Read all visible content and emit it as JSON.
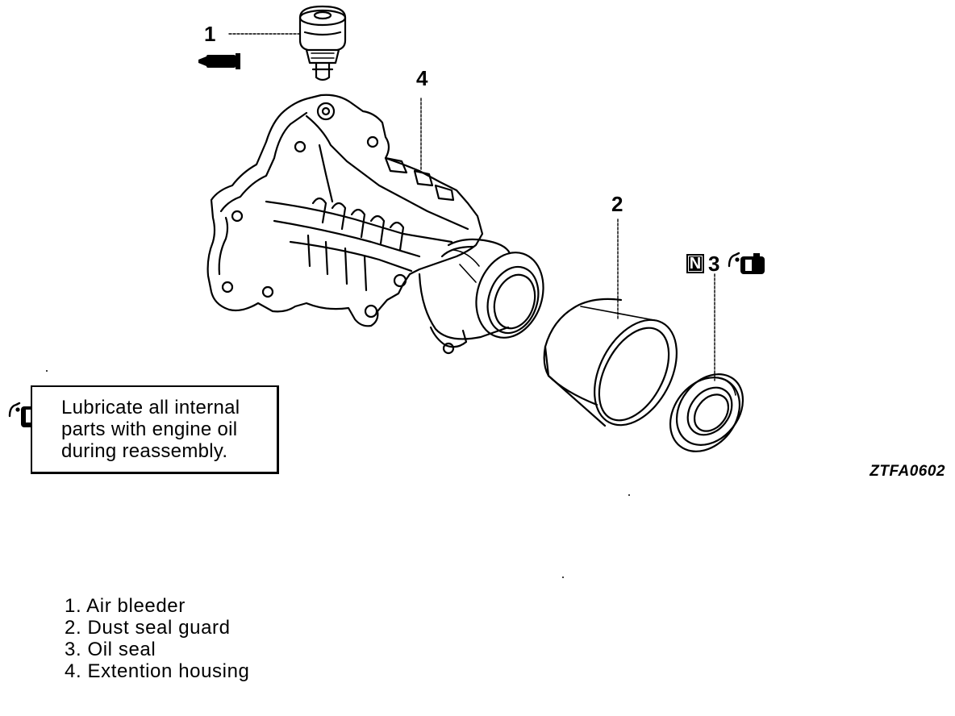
{
  "callouts": {
    "c1": "1",
    "c2": "2",
    "c3": "3",
    "c4": "4"
  },
  "badge": {
    "letter": "N"
  },
  "note": {
    "text": "Lubricate all internal\nparts with engine oil\nduring reassembly."
  },
  "figure_code": "ZTFA0602",
  "legend": [
    "1. Air bleeder",
    "2. Dust seal guard",
    "3. Oil seal",
    "4. Extention housing"
  ],
  "icons": {
    "oil_can": "oil-can-icon",
    "sealant_tube": "sealant-tube-icon"
  }
}
